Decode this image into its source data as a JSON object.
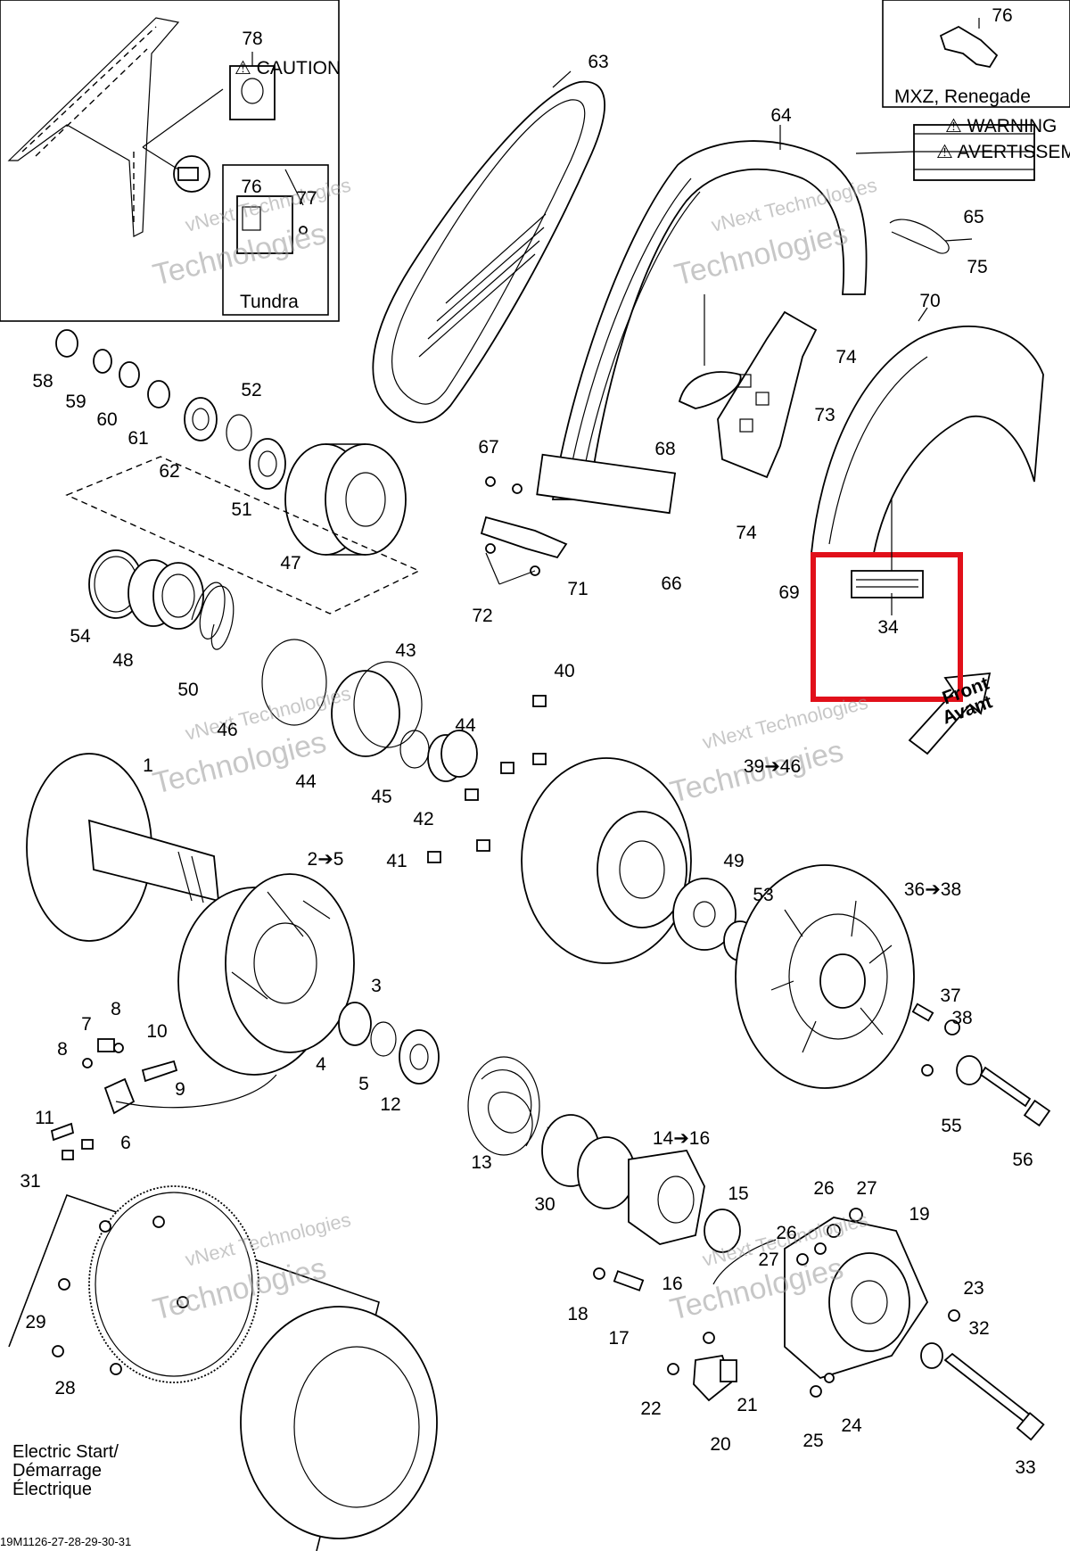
{
  "diagram": {
    "part_labels": [
      "78",
      "76",
      "77",
      "58",
      "59",
      "60",
      "61",
      "62",
      "52",
      "51",
      "47",
      "54",
      "48",
      "50",
      "46",
      "43",
      "44",
      "44",
      "40",
      "1",
      "2➔5",
      "45",
      "42",
      "41",
      "3",
      "7",
      "8",
      "10",
      "8",
      "9",
      "4",
      "5",
      "12",
      "11",
      "6",
      "31",
      "13",
      "30",
      "14➔16",
      "15",
      "16",
      "17",
      "18",
      "63",
      "64",
      "65",
      "75",
      "70",
      "74",
      "73",
      "68",
      "67",
      "71",
      "72",
      "66",
      "74",
      "69",
      "34",
      "39➔46",
      "49",
      "53",
      "36➔38",
      "37",
      "38",
      "55",
      "56",
      "26",
      "27",
      "19",
      "26",
      "27",
      "23",
      "32",
      "29",
      "28",
      "22",
      "21",
      "20",
      "25",
      "24",
      "33",
      "76"
    ],
    "captions": {
      "tundra": "Tundra",
      "mxz_renegade": "MXZ, Renegade",
      "front_avant_line1": "Front",
      "front_avant_line2": "Avant",
      "electric_start_line1": "Electric Start/",
      "electric_start_line2": "Démarrage",
      "electric_start_line3": "Électrique"
    },
    "label_warning_title": "⚠ WARNING",
    "label_warning_title_2": "⚠ AVERTISSEMENT",
    "label_caution": "⚠ CAUTION",
    "drawing_code": "19M1126-27-28-29-30-31",
    "watermark": [
      "vNext Technologies",
      "Technologies"
    ],
    "highlight_color": "#e1101a"
  }
}
